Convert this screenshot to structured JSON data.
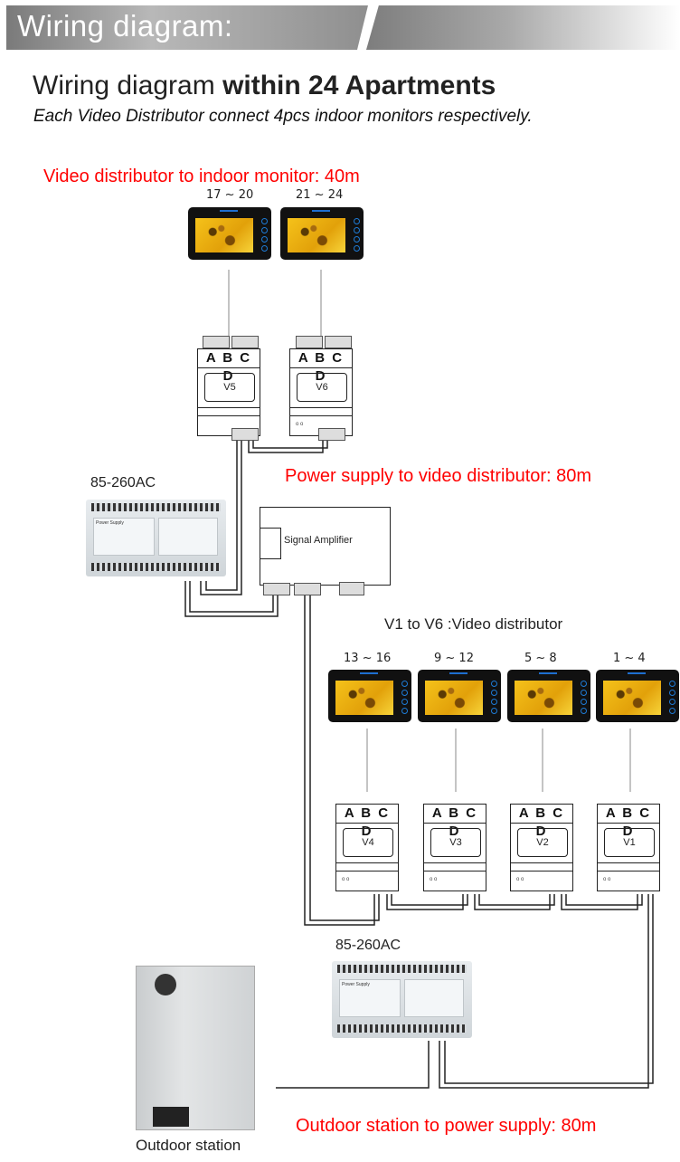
{
  "banner": {
    "title": "Wiring diagram:"
  },
  "heading": {
    "title_regular": "Wiring diagram ",
    "title_bold": "within 24 Apartments",
    "subtitle": "Each Video Distributor connect 4pcs indoor monitors respectively."
  },
  "annotations": {
    "distributor_to_monitor": "Video distributor to indoor monitor: 40m",
    "power_to_distributor": "Power supply to video distributor: 80m",
    "outdoor_to_power": "Outdoor station to power supply: 80m",
    "distributor_legend": "V1  to  V6 :Video distributor"
  },
  "colors": {
    "annotation_red": "#ff0000",
    "wire": "#222222",
    "banner_gray": "#8a8a8a"
  },
  "monitors": [
    {
      "label": "17 ~ 20",
      "group": "V5"
    },
    {
      "label": "21 ~ 24",
      "group": "V6"
    },
    {
      "label": "13 ~ 16",
      "group": "V4"
    },
    {
      "label": "9 ~ 12",
      "group": "V3"
    },
    {
      "label": "5 ~ 8",
      "group": "V2"
    },
    {
      "label": "1 ~ 4",
      "group": "V1"
    }
  ],
  "distributors": [
    {
      "name": "V5",
      "ports": "A B  C D"
    },
    {
      "name": "V6",
      "ports": "A B  C D"
    },
    {
      "name": "V4",
      "ports": "A B  C D"
    },
    {
      "name": "V3",
      "ports": "A B  C D"
    },
    {
      "name": "V2",
      "ports": "A B  C D"
    },
    {
      "name": "V1",
      "ports": "A B  C D"
    }
  ],
  "power_supplies": [
    {
      "label": "85-260AC",
      "panel_text": "Power Supply"
    },
    {
      "label": "85-260AC",
      "panel_text": "Power Supply"
    }
  ],
  "amplifier": {
    "label": "Signal Amplifier"
  },
  "outdoor_station": {
    "label": "Outdoor station"
  }
}
